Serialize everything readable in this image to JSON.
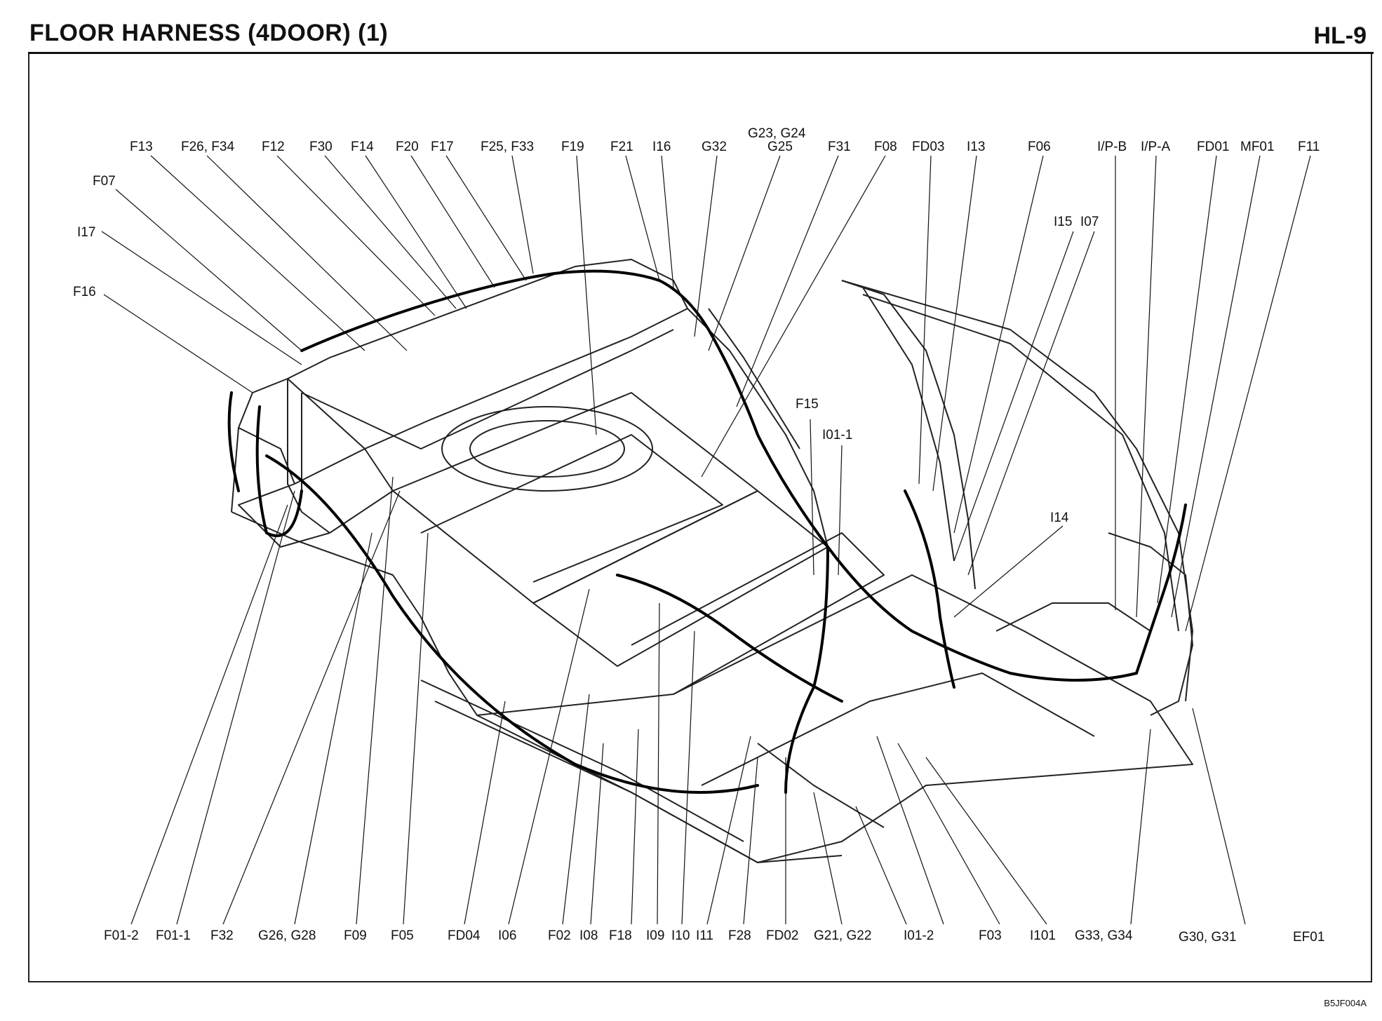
{
  "header": {
    "title": "FLOOR HARNESS (4DOOR) (1)",
    "page_code": "HL-9"
  },
  "figure_code": "B5JF004A",
  "top_labels": [
    {
      "id": "F13",
      "text": "F13"
    },
    {
      "id": "F26F34",
      "text": "F26, F34"
    },
    {
      "id": "F12",
      "text": "F12"
    },
    {
      "id": "F30",
      "text": "F30"
    },
    {
      "id": "F14",
      "text": "F14"
    },
    {
      "id": "F20",
      "text": "F20"
    },
    {
      "id": "F17",
      "text": "F17"
    },
    {
      "id": "F25F33",
      "text": "F25, F33"
    },
    {
      "id": "F19",
      "text": "F19"
    },
    {
      "id": "F21",
      "text": "F21"
    },
    {
      "id": "I16",
      "text": "I16"
    },
    {
      "id": "G32",
      "text": "G32"
    },
    {
      "id": "G23G24",
      "text": "G23, G24"
    },
    {
      "id": "G25",
      "text": "G25"
    },
    {
      "id": "F31",
      "text": "F31"
    },
    {
      "id": "F08",
      "text": "F08"
    },
    {
      "id": "FD03",
      "text": "FD03"
    },
    {
      "id": "I13",
      "text": "I13"
    },
    {
      "id": "F06",
      "text": "F06"
    },
    {
      "id": "IPB",
      "text": "I/P-B"
    },
    {
      "id": "IPA",
      "text": "I/P-A"
    },
    {
      "id": "FD01",
      "text": "FD01"
    },
    {
      "id": "MF01",
      "text": "MF01"
    },
    {
      "id": "F11",
      "text": "F11"
    }
  ],
  "side_labels": [
    {
      "id": "F07",
      "text": "F07"
    },
    {
      "id": "I17",
      "text": "I17"
    },
    {
      "id": "F16",
      "text": "F16"
    },
    {
      "id": "I15",
      "text": "I15"
    },
    {
      "id": "I07",
      "text": "I07"
    },
    {
      "id": "F15",
      "text": "F15"
    },
    {
      "id": "I01-1",
      "text": "I01-1"
    },
    {
      "id": "I14",
      "text": "I14"
    }
  ],
  "bottom_labels": [
    {
      "id": "F01-2",
      "text": "F01-2"
    },
    {
      "id": "F01-1",
      "text": "F01-1"
    },
    {
      "id": "F32",
      "text": "F32"
    },
    {
      "id": "G26G28",
      "text": "G26, G28"
    },
    {
      "id": "F09",
      "text": "F09"
    },
    {
      "id": "F05",
      "text": "F05"
    },
    {
      "id": "FD04",
      "text": "FD04"
    },
    {
      "id": "I06",
      "text": "I06"
    },
    {
      "id": "F02",
      "text": "F02"
    },
    {
      "id": "I08",
      "text": "I08"
    },
    {
      "id": "F18",
      "text": "F18"
    },
    {
      "id": "I09",
      "text": "I09"
    },
    {
      "id": "I10",
      "text": "I10"
    },
    {
      "id": "I11",
      "text": "I11"
    },
    {
      "id": "F28",
      "text": "F28"
    },
    {
      "id": "FD02",
      "text": "FD02"
    },
    {
      "id": "G21G22",
      "text": "G21, G22"
    },
    {
      "id": "I01-2",
      "text": "I01-2"
    },
    {
      "id": "F03",
      "text": "F03"
    },
    {
      "id": "I101",
      "text": "I101"
    },
    {
      "id": "G33G34",
      "text": "G33, G34"
    },
    {
      "id": "G30G31",
      "text": "G30, G31"
    },
    {
      "id": "EF01",
      "text": "EF01"
    }
  ]
}
